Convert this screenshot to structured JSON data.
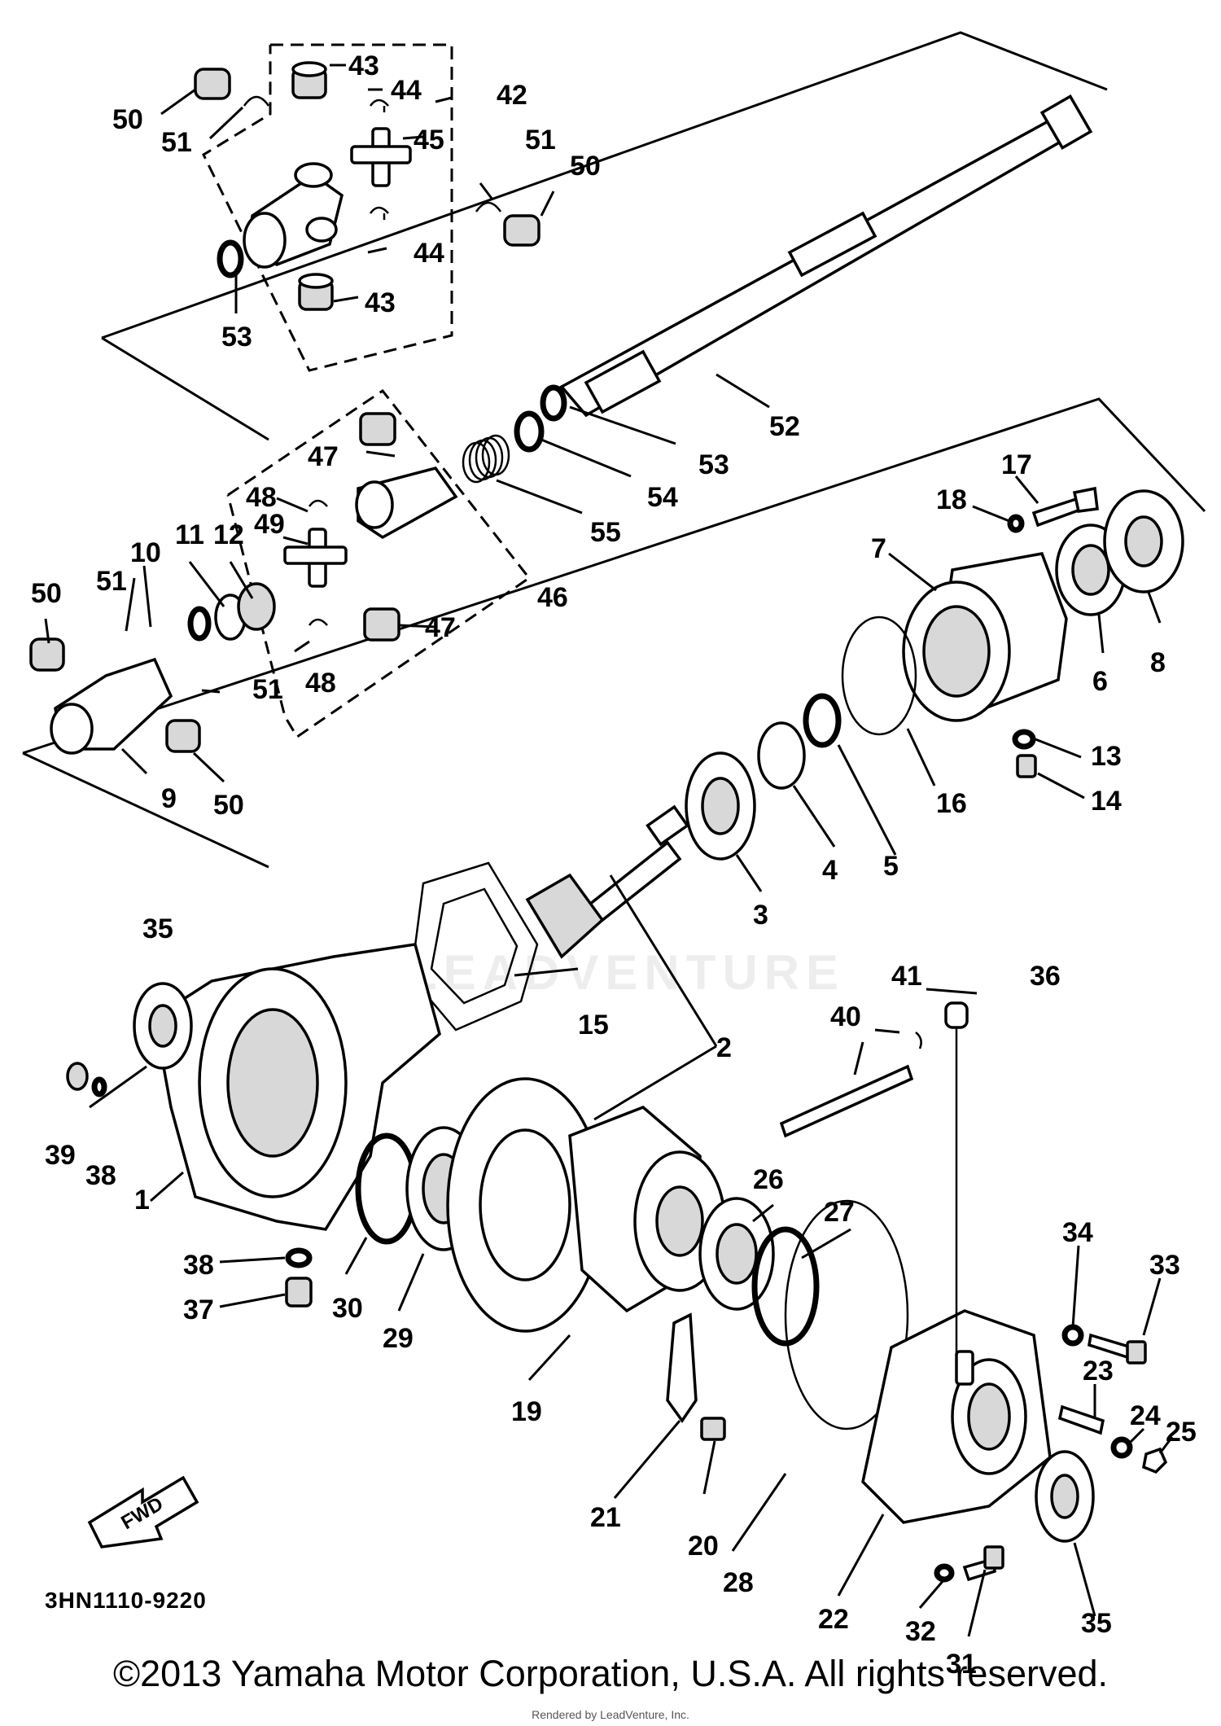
{
  "diagram": {
    "catalog_code": "3HN1110-9220",
    "fwd_label": "FWD",
    "watermark_text": "LEADVENTURE",
    "part_numbers": [
      "1",
      "2",
      "3",
      "4",
      "5",
      "6",
      "7",
      "8",
      "9",
      "10",
      "11",
      "12",
      "13",
      "14",
      "15",
      "16",
      "17",
      "18",
      "19",
      "20",
      "21",
      "22",
      "23",
      "24",
      "25",
      "26",
      "27",
      "28",
      "29",
      "30",
      "31",
      "32",
      "33",
      "34",
      "35",
      "36",
      "37",
      "38",
      "39",
      "40",
      "41",
      "42",
      "43",
      "44",
      "45",
      "46",
      "47",
      "48",
      "49",
      "50",
      "51",
      "52",
      "53",
      "54",
      "55"
    ]
  },
  "footer": {
    "copyright": "©2013 Yamaha Motor Corporation, U.S.A. All rights reserved.",
    "render_credit": "Rendered by LeadVenture, Inc."
  }
}
